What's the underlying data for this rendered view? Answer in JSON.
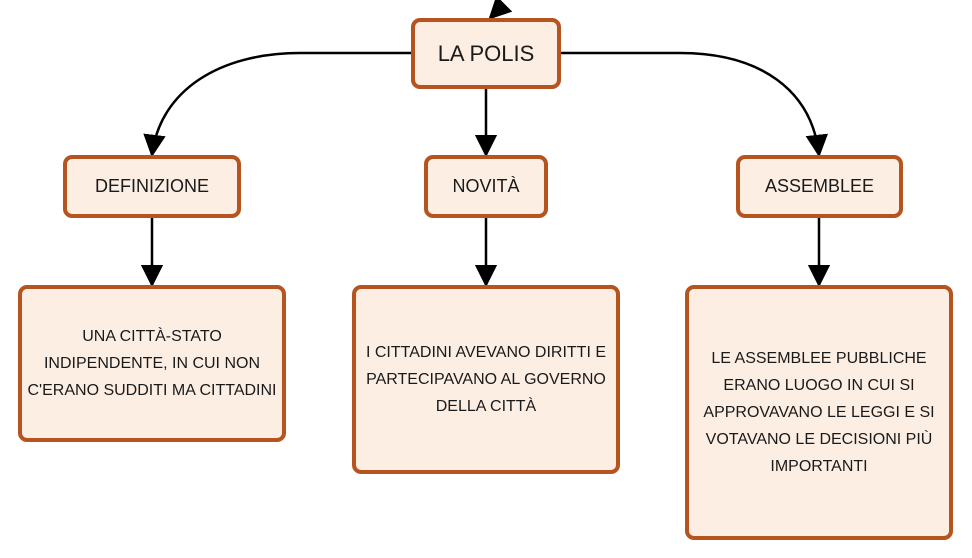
{
  "diagram": {
    "title": "LA POLIS",
    "branches": [
      {
        "category": "DEFINIZIONE",
        "description": "UNA CITTÀ-STATO INDIPENDENTE, IN CUI NON C'ERANO SUDDITI MA CITTADINI"
      },
      {
        "category": "NOVITÀ",
        "description": "I CITTADINI AVEVANO DIRITTI E PARTECIPAVANO AL GOVERNO DELLA CITTÀ"
      },
      {
        "category": "ASSEMBLEE",
        "description": "LE ASSEMBLEE PUBBLICHE ERANO LUOGO IN CUI SI APPROVAVANO LE LEGGI E SI VOTAVANO LE DECISIONI PIÙ IMPORTANTI"
      }
    ]
  },
  "colors": {
    "box_fill": "#fdeee4",
    "box_border": "#b5541f",
    "connector": "#000000"
  }
}
